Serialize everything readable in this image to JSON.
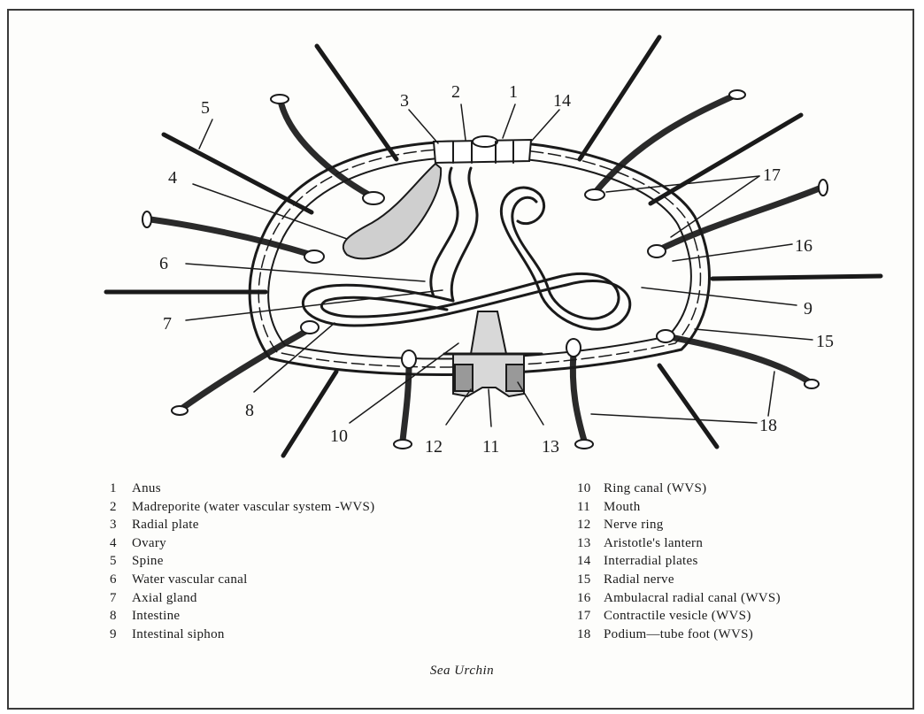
{
  "callout_numbers": [
    "1",
    "2",
    "3",
    "4",
    "5",
    "6",
    "7",
    "8",
    "9",
    "10",
    "11",
    "12",
    "13",
    "14",
    "15",
    "16",
    "17",
    "18"
  ],
  "legend_left": [
    {
      "num": "1",
      "text": "Anus"
    },
    {
      "num": "2",
      "text": "Madreporite (water vascular system -WVS)"
    },
    {
      "num": "3",
      "text": "Radial plate"
    },
    {
      "num": "4",
      "text": "Ovary"
    },
    {
      "num": "5",
      "text": "Spine"
    },
    {
      "num": "6",
      "text": "Water vascular canal"
    },
    {
      "num": "7",
      "text": "Axial gland"
    },
    {
      "num": "8",
      "text": "Intestine"
    },
    {
      "num": "9",
      "text": "Intestinal siphon"
    }
  ],
  "legend_right": [
    {
      "num": "10",
      "text": "Ring canal (WVS)"
    },
    {
      "num": "11",
      "text": "Mouth"
    },
    {
      "num": "12",
      "text": "Nerve ring"
    },
    {
      "num": "13",
      "text": "Aristotle's lantern"
    },
    {
      "num": "14",
      "text": "Interradial plates"
    },
    {
      "num": "15",
      "text": "Radial nerve"
    },
    {
      "num": "16",
      "text": "Ambulacral radial canal (WVS)"
    },
    {
      "num": "17",
      "text": "Contractile vesicle (WVS)"
    },
    {
      "num": "18",
      "text": "Podium—tube foot (WVS)"
    }
  ],
  "caption": "Sea Urchin"
}
